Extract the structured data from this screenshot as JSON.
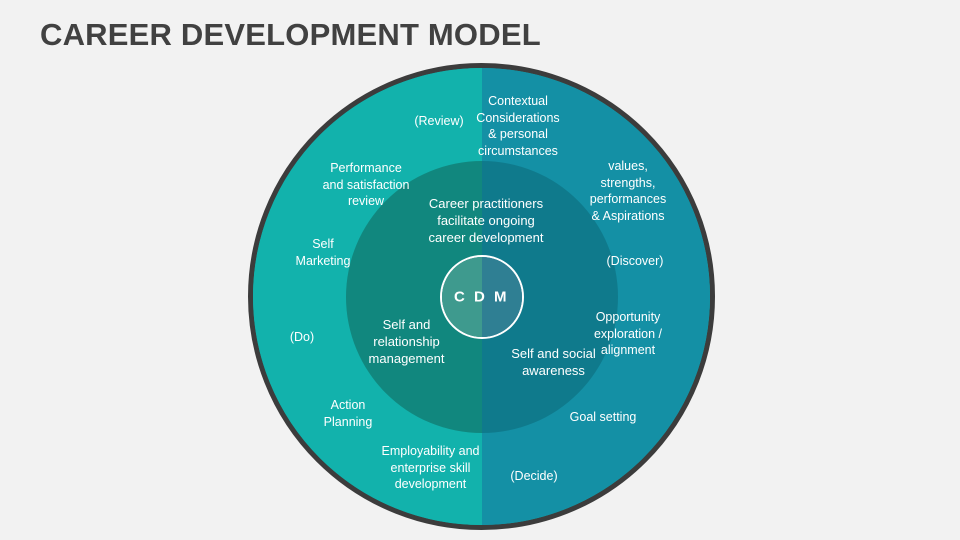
{
  "page": {
    "title": "CAREER DEVELOPMENT MODEL",
    "background_color": "#f2f2f2",
    "title_color": "#414141"
  },
  "diagram": {
    "type": "concentric-circle-model",
    "colors": {
      "rim": "#3c3c3c",
      "outer_left": "#12b2ac",
      "outer_right": "#1490a5",
      "inner_left": "#11877e",
      "inner_right": "#0f7a8c",
      "core_left": "#3e9a8e",
      "core_right": "#2f7f93",
      "core_ring": "#ffffff",
      "label_color": "#ffffff"
    },
    "core": {
      "label": "C D M"
    },
    "inner_ring_labels": [
      {
        "name": "practitioner-statement",
        "text": "Career practitioners\nfacilitate ongoing\ncareer development"
      },
      {
        "name": "self-and-relationship-management",
        "text": "Self and\nrelationship\nmanagement"
      },
      {
        "name": "self-and-social-awareness",
        "text": "Self and social\nawareness"
      }
    ],
    "outer_ring_labels": [
      {
        "name": "review-stage",
        "text": "(Review)"
      },
      {
        "name": "contextual-considerations",
        "text": "Contextual\nConsiderations\n& personal\ncircumstances"
      },
      {
        "name": "performance-and-satisfaction-review",
        "text": "Performance\nand satisfaction\nreview"
      },
      {
        "name": "values-strengths-performances-aspirations",
        "text": "values,\nstrengths,\nperformances\n& Aspirations"
      },
      {
        "name": "self-marketing",
        "text": "Self\nMarketing"
      },
      {
        "name": "discover-stage",
        "text": "(Discover)"
      },
      {
        "name": "do-stage",
        "text": "(Do)"
      },
      {
        "name": "opportunity-exploration-alignment",
        "text": "Opportunity\nexploration /\nalignment"
      },
      {
        "name": "action-planning",
        "text": "Action\nPlanning"
      },
      {
        "name": "goal-setting",
        "text": "Goal setting"
      },
      {
        "name": "employability-and-enterprise-skill-development",
        "text": "Employability and\nenterprise skill\ndevelopment"
      },
      {
        "name": "decide-stage",
        "text": "(Decide)"
      }
    ]
  }
}
